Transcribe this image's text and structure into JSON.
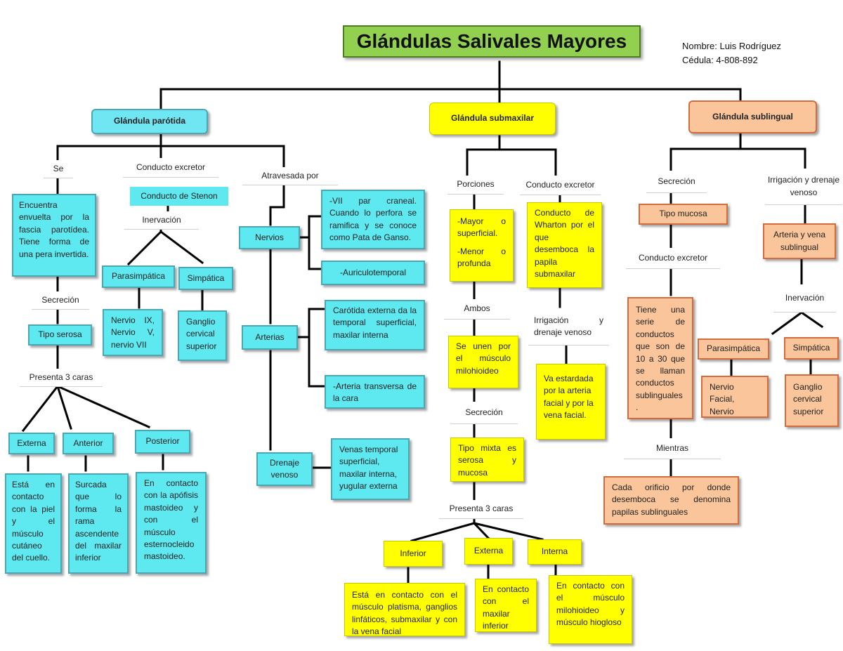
{
  "title": "Glándulas Salivales Mayores",
  "author": {
    "name": "Nombre: Luis Rodríguez",
    "id": "Cédula: 4-808-892"
  },
  "parotida": {
    "header": "Glándula parótida",
    "se": "Se",
    "encuentra": "Encuentra envuelta por la fascia parotídea. Tiene forma de una pera invertida.",
    "secrecion": "Secreción",
    "tipo": "Tipo serosa",
    "caras": "Presenta 3 caras",
    "externa": "Externa",
    "externa_desc": "Está en contacto con la piel y el músculo cutáneo del cuello.",
    "anterior": "Anterior",
    "anterior_desc": "Surcada que lo forma la rama ascendente del maxilar inferior",
    "posterior": "Posterior",
    "posterior_desc": "En contacto con la apófisis mastoideo y con el músculo esternocleido mastoideo.",
    "conducto": "Conducto excretor",
    "stenon": "Conducto de Stenon",
    "inervacion": "Inervación",
    "parasimpatica": "Parasimpática",
    "simpatica": "Simpática",
    "nervio_ix": "Nervio IX, Nervio V, nervio VII",
    "ganglio": "Ganglio cervical superior",
    "atravesada": "Atravesada por",
    "nervios": "Nervios",
    "vii": "-VII par craneal. Cuando lo perfora se ramifica y se conoce como Pata de Ganso.",
    "auriculo": "-Auriculotemporal",
    "arterias": "Arterias",
    "carotida": "Carótida externa da la temporal superficial, maxilar interna",
    "transversa": "-Arteria transversa de la cara",
    "drenaje": "Drenaje venoso",
    "venas": "Venas temporal superficial, maxilar interna, yugular externa"
  },
  "submaxilar": {
    "header": "Glándula submaxilar",
    "porciones": "Porciones",
    "mayor": "-Mayor o superficial.",
    "menor": "-Menor o profunda",
    "ambos": "Ambos",
    "unen": "Se unen por el músculo milohioideo",
    "secrecion": "Secreción",
    "tipo": "Tipo mixta es serosa y mucosa",
    "caras": "Presenta 3 caras",
    "inferior": "Inferior",
    "inferior_desc": "Está en contacto con el músculo platisma, ganglios linfáticos, submaxilar y con la vena facial",
    "externa": "Externa",
    "externa_desc": "En contacto con el maxilar inferior",
    "interna": "Interna",
    "interna_desc": "En contacto con el músculo milohioideo y músculo hiogloso",
    "conducto": "Conducto excretor",
    "wharton": "Conducto de Wharton por el que desemboca la papila submaxilar",
    "irrigacion": "Irrigación y drenaje venoso",
    "vaestardada": "Va estardada por la arteria facial y por la vena facial."
  },
  "sublingual": {
    "header": "Glándula sublingual",
    "secrecion": "Secreción",
    "tipo": "Tipo mucosa",
    "conducto": "Conducto excretor",
    "tiene": "Tiene una serie de conductos que son de 10 a 30 que se llaman conductos sublinguales .",
    "mientras": "Mientras",
    "orificio": "Cada orificio por donde desemboca se denomina papilas sublinguales",
    "irrigacion": "Irrigación y drenaje venoso",
    "arteria": "Arteria y vena sublingual",
    "inervacion": "Inervación",
    "parasimpatica": "Parasimpática",
    "simpatica": "Simpática",
    "nervio": "Nervio Facial, Nervio lingual",
    "ganglio": "Ganglio cervical superior"
  },
  "colors": {
    "title": "#92d050",
    "parotida": "#5ee8f0",
    "submaxilar": "#ffff00",
    "sublingual": "#fbc59c",
    "line": "#000000"
  }
}
